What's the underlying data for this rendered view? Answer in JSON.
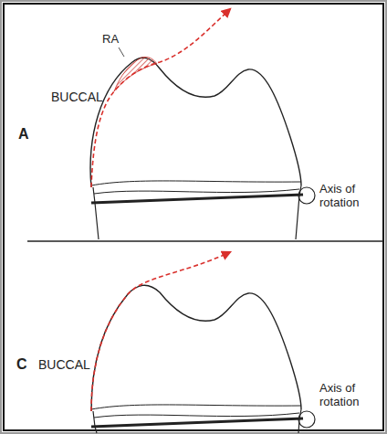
{
  "diagram": {
    "labels": [
      "RA",
      "BUCCAL",
      "A",
      "Axis of rotation",
      "C",
      "BUCCAL",
      "Axis of rotation"
    ]
  }
}
